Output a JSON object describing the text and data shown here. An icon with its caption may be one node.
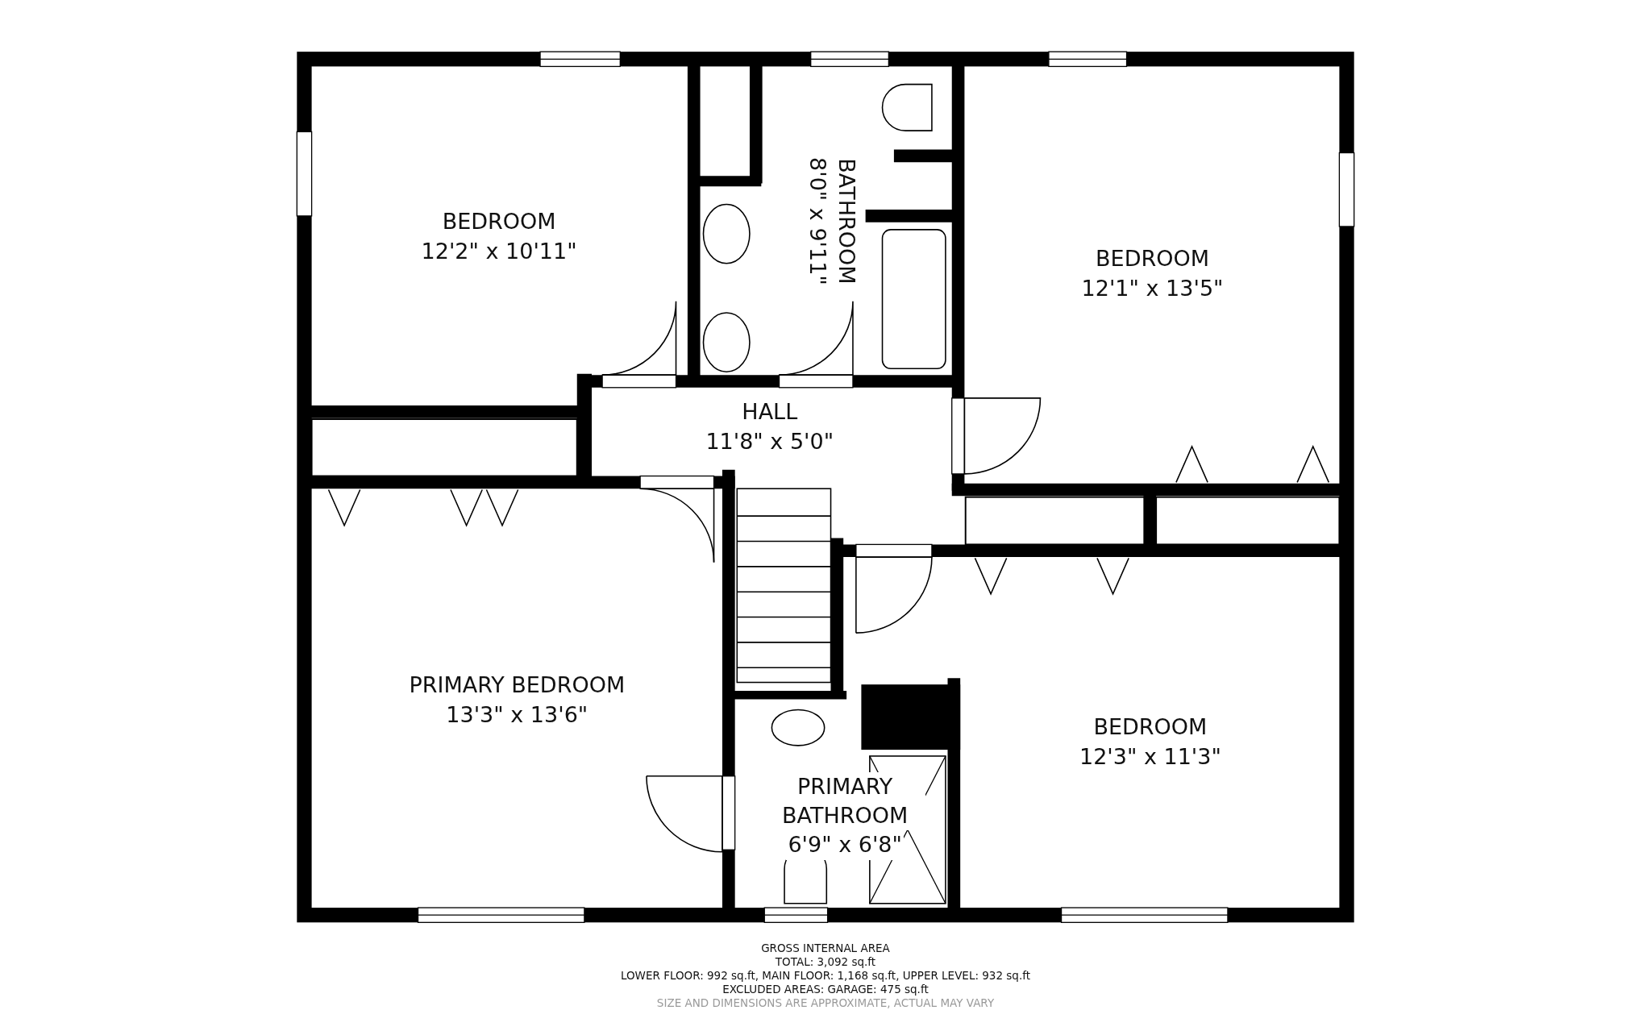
{
  "diagram": {
    "nodes": [
      {
        "text": [
          "BEDROOM",
          "12'2\" x 10'11\""
        ]
      },
      {
        "text": [
          "BATHROOM",
          "8'0\" x 9'11\""
        ]
      },
      {
        "text": [
          "BEDROOM",
          "12'1\" x 13'5\""
        ]
      },
      {
        "text": [
          "HALL",
          "11'8\" x 5'0\""
        ]
      },
      {
        "text": [
          "PRIMARY BEDROOM",
          "13'3\" x 13'6\""
        ]
      },
      {
        "text": [
          "BEDROOM",
          "12'3\" x 11'3\""
        ]
      },
      {
        "text": [
          "PRIMARY BATHROOM",
          "6'9\" x 6'8\""
        ]
      }
    ],
    "labels": [
      "GROSS INTERNAL AREA",
      "TOTAL: 3,092 sq.ft",
      "LOWER FLOOR: 992 sq.ft, MAIN FLOOR: 1,168 sq.ft, UPPER LEVEL: 932 sq.ft",
      "EXCLUDED AREAS: GARAGE: 475 sq.ft",
      "SIZE AND DIMENSIONS ARE APPROXIMATE, ACTUAL MAY VARY"
    ]
  }
}
